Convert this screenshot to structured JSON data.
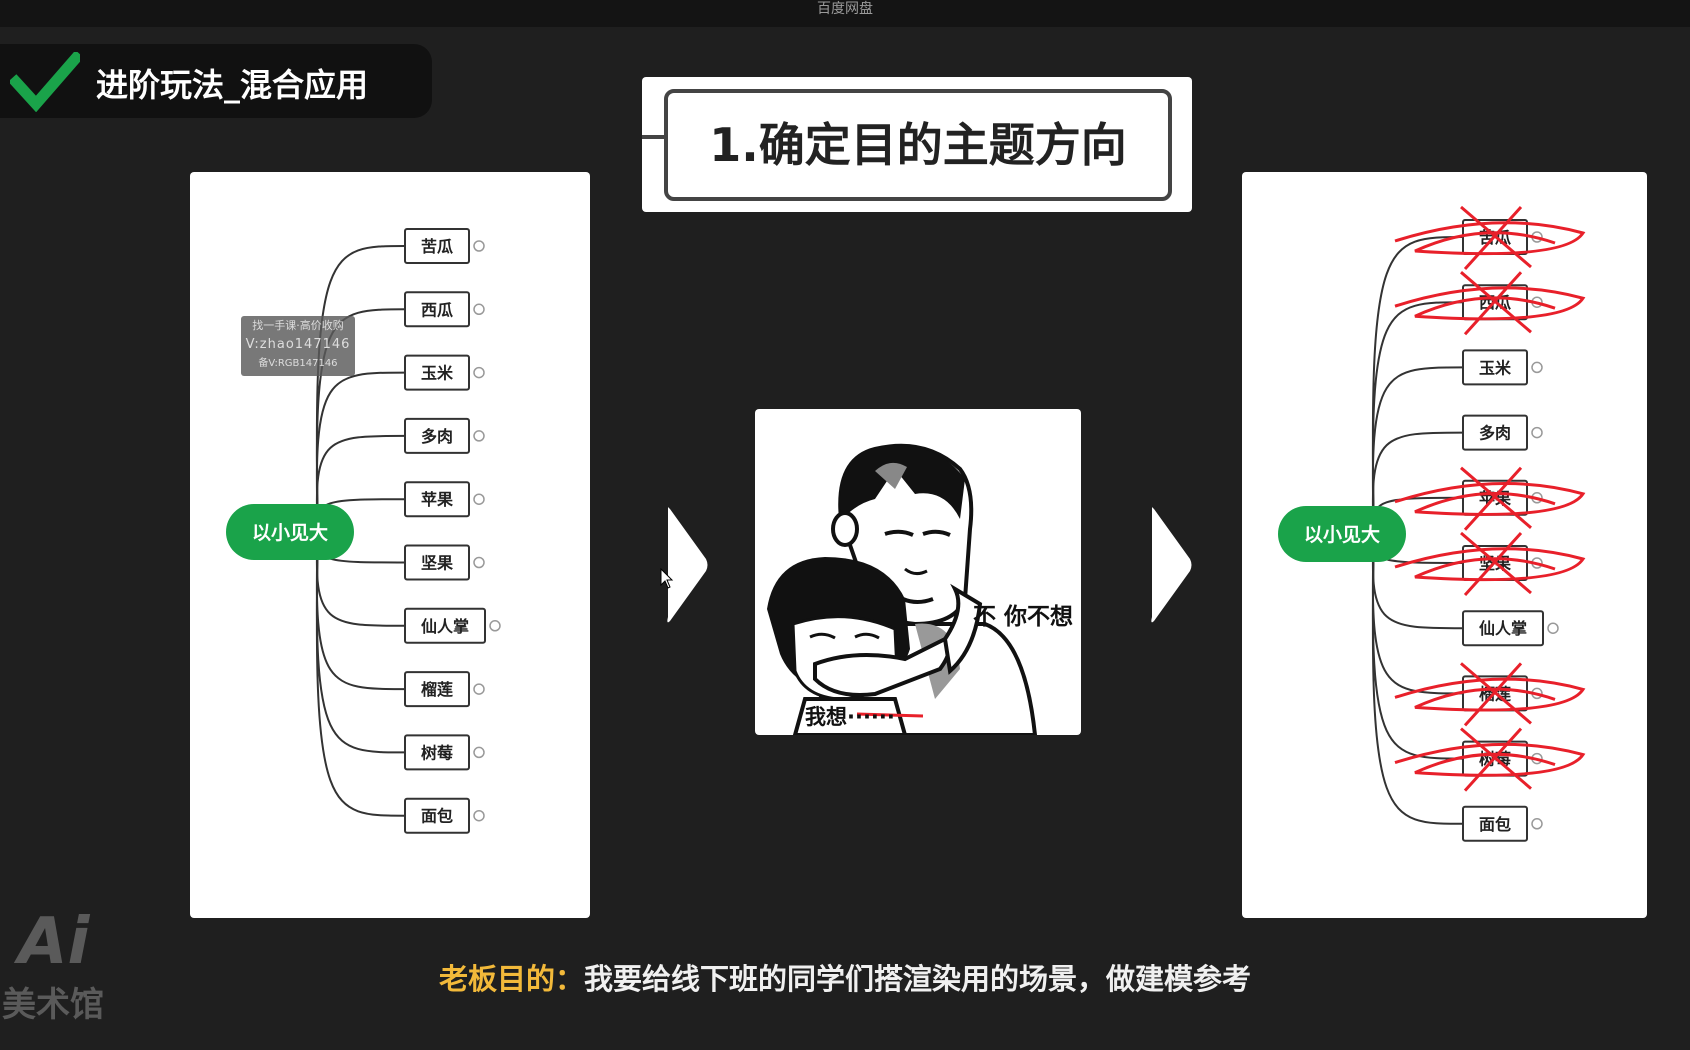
{
  "window": {
    "title": "百度网盘"
  },
  "section_badge": {
    "label": "进阶玩法_混合应用"
  },
  "step_title": "1.确定目的主题方向",
  "mindmap_left": {
    "root": "以小见大",
    "branches": [
      "苦瓜",
      "西瓜",
      "玉米",
      "多肉",
      "苹果",
      "坚果",
      "仙人掌",
      "榴莲",
      "树莓",
      "面包"
    ]
  },
  "mindmap_right": {
    "root": "以小见大",
    "branches": [
      "苦瓜",
      "西瓜",
      "玉米",
      "多肉",
      "苹果",
      "坚果",
      "仙人掌",
      "榴莲",
      "树莓",
      "面包"
    ],
    "crossed_out": [
      "苦瓜",
      "西瓜",
      "苹果",
      "坚果",
      "榴莲",
      "树莓"
    ]
  },
  "watermark": {
    "line1": "找一手课·高价收购",
    "line2": "V:zhao147146",
    "line3": "备V:RGB147146"
  },
  "meme": {
    "caption_right": "不 你不想",
    "caption_bottom": "我想······"
  },
  "logo": {
    "ai": "Ai",
    "name": "美术馆"
  },
  "subtitle": {
    "label": "老板目的：",
    "text": "我要给线下班的同学们搭渲染用的场景，做建模参考"
  },
  "colors": {
    "root_node": "#1aa34a",
    "strike": "#e8202a",
    "highlight": "#f2b93a"
  }
}
